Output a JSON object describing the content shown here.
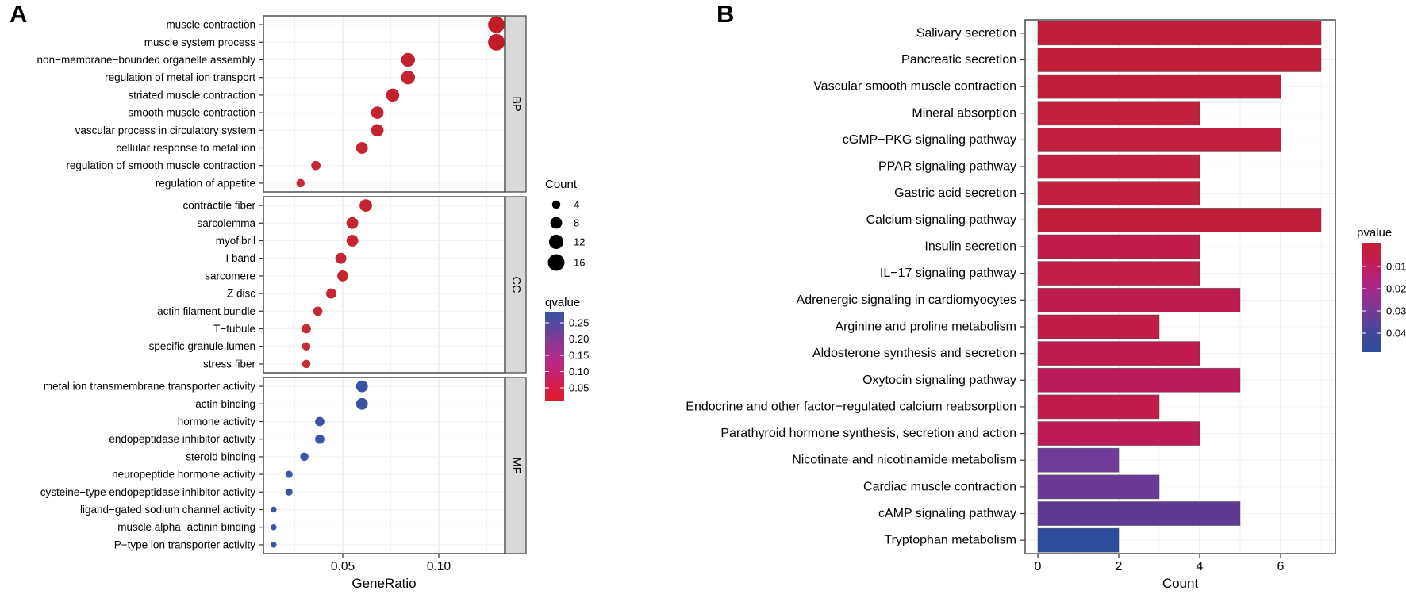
{
  "figure": {
    "panel_a_label": "A",
    "panel_b_label": "B"
  },
  "chart_data": [
    {
      "type": "scatter",
      "name": "GO enrichment dot plot",
      "xlabel": "GeneRatio",
      "x_tick_labels": [
        "0.05",
        "0.10"
      ],
      "x_tick_values": [
        0.05,
        0.1
      ],
      "xlim": [
        0.009,
        0.134
      ],
      "grid": true,
      "facets": [
        {
          "strip": "BP",
          "categories": [
            "muscle contraction",
            "muscle system process",
            "non−membrane−bounded organelle assembly",
            "regulation of metal ion transport",
            "striated muscle contraction",
            "smooth muscle contraction",
            "vascular process in circulatory system",
            "cellular response to metal ion",
            "regulation of smooth muscle contraction",
            "regulation of appetite"
          ],
          "gene_ratio": [
            0.13,
            0.13,
            0.084,
            0.084,
            0.076,
            0.068,
            0.068,
            0.06,
            0.036,
            0.028
          ],
          "count": [
            16,
            16,
            11,
            11,
            10,
            9,
            9,
            8,
            5,
            4
          ],
          "qvalue": [
            0.002,
            0.002,
            0.006,
            0.008,
            0.008,
            0.01,
            0.01,
            0.012,
            0.02,
            0.025
          ],
          "colors": [
            "#C11C27",
            "#C11C27",
            "#C2222D",
            "#C3242F",
            "#C2222D",
            "#C32430",
            "#C32430",
            "#C42531",
            "#C62A34",
            "#C72C36"
          ]
        },
        {
          "strip": "CC",
          "categories": [
            "contractile fiber",
            "sarcolemma",
            "myofibril",
            "I band",
            "sarcomere",
            "Z disc",
            "actin filament bundle",
            "T−tubule",
            "specific granule lumen",
            "stress fiber"
          ],
          "gene_ratio": [
            0.062,
            0.055,
            0.055,
            0.049,
            0.05,
            0.044,
            0.037,
            0.031,
            0.031,
            0.031
          ],
          "count": [
            9,
            8,
            8,
            7,
            7,
            6,
            5,
            5,
            4,
            4
          ],
          "qvalue": [
            0.008,
            0.01,
            0.01,
            0.012,
            0.012,
            0.015,
            0.018,
            0.022,
            0.025,
            0.025
          ],
          "colors": [
            "#C2232E",
            "#C32430",
            "#C32430",
            "#C42531",
            "#C42531",
            "#C52733",
            "#C52834",
            "#C62A35",
            "#C72C36",
            "#C72C36"
          ]
        },
        {
          "strip": "MF",
          "categories": [
            "metal ion transmembrane transporter activity",
            "actin binding",
            "hormone activity",
            "endopeptidase inhibitor activity",
            "steroid binding",
            "neuropeptide hormone activity",
            "cysteine−type endopeptidase inhibitor activity",
            "ligand−gated sodium channel activity",
            "muscle alpha−actinin binding",
            "P−type ion transporter activity"
          ],
          "gene_ratio": [
            0.06,
            0.06,
            0.038,
            0.038,
            0.03,
            0.022,
            0.022,
            0.014,
            0.014,
            0.014
          ],
          "count": [
            8,
            8,
            5,
            5,
            4,
            3,
            3,
            2,
            2,
            2
          ],
          "qvalue": [
            0.2,
            0.2,
            0.22,
            0.22,
            0.23,
            0.24,
            0.24,
            0.25,
            0.25,
            0.25
          ],
          "colors": [
            "#3A52A3",
            "#3A52A3",
            "#3B53A5",
            "#3B53A5",
            "#3C54A6",
            "#3D55A8",
            "#3D55A8",
            "#3E56A9",
            "#3E56A9",
            "#3E56A9"
          ]
        }
      ],
      "legend_count": {
        "title": "Count",
        "sizes": [
          4,
          8,
          12,
          16
        ],
        "dot_color": "#000000"
      },
      "legend_qvalue": {
        "title": "qvalue",
        "tick_labels": [
          "0.25",
          "0.20",
          "0.15",
          "0.10",
          "0.05"
        ],
        "gradient_top_to_bottom": [
          "#3B51A3",
          "#5C4699",
          "#8C3991",
          "#AE2C8C",
          "#C62272",
          "#D51E47",
          "#DC1D2C"
        ]
      }
    },
    {
      "type": "bar",
      "name": "KEGG pathway enrichment bar chart",
      "xlabel": "Count",
      "x_tick_labels": [
        "0",
        "2",
        "4",
        "6"
      ],
      "x_tick_values": [
        0,
        2,
        4,
        6
      ],
      "xlim": [
        0,
        7.35
      ],
      "grid": true,
      "categories": [
        "Salivary secretion",
        "Pancreatic secretion",
        "Vascular smooth muscle contraction",
        "Mineral absorption",
        "cGMP−PKG signaling pathway",
        "PPAR signaling pathway",
        "Gastric acid secretion",
        "Calcium signaling pathway",
        "Insulin secretion",
        "IL−17 signaling pathway",
        "Adrenergic signaling in cardiomyocytes",
        "Arginine and proline metabolism",
        "Aldosterone synthesis and secretion",
        "Oxytocin signaling pathway",
        "Endocrine and other factor−regulated calcium reabsorption",
        "Parathyroid hormone synthesis, secretion and action",
        "Nicotinate and nicotinamide metabolism",
        "Cardiac muscle contraction",
        "cAMP signaling pathway",
        "Tryptophan metabolism"
      ],
      "values": [
        7,
        7,
        6,
        4,
        6,
        4,
        4,
        7,
        4,
        4,
        5,
        3,
        4,
        5,
        3,
        4,
        2,
        3,
        5,
        2
      ],
      "pvalues": [
        0.002,
        0.002,
        0.004,
        0.005,
        0.006,
        0.007,
        0.007,
        0.004,
        0.01,
        0.01,
        0.011,
        0.01,
        0.012,
        0.014,
        0.012,
        0.014,
        0.031,
        0.032,
        0.034,
        0.045
      ],
      "colors": [
        "#C11F3B",
        "#C11F3B",
        "#C11F3E",
        "#C2203F",
        "#C12041",
        "#C22142",
        "#C22142",
        "#C11E3C",
        "#C11D4B",
        "#C11E48",
        "#BF1D4F",
        "#C11E47",
        "#BF1C50",
        "#BC1C5B",
        "#C01D4D",
        "#BD1B58",
        "#6F3D99",
        "#6A3B96",
        "#5F3A92",
        "#2C4C9C"
      ],
      "legend_pvalue": {
        "title": "pvalue",
        "tick_labels": [
          "0.01",
          "0.02",
          "0.03",
          "0.04"
        ],
        "gradient_top_to_bottom": [
          "#C51E37",
          "#C41D50",
          "#B52180",
          "#953090",
          "#693D96",
          "#42489D",
          "#2C4C9C"
        ]
      }
    }
  ]
}
